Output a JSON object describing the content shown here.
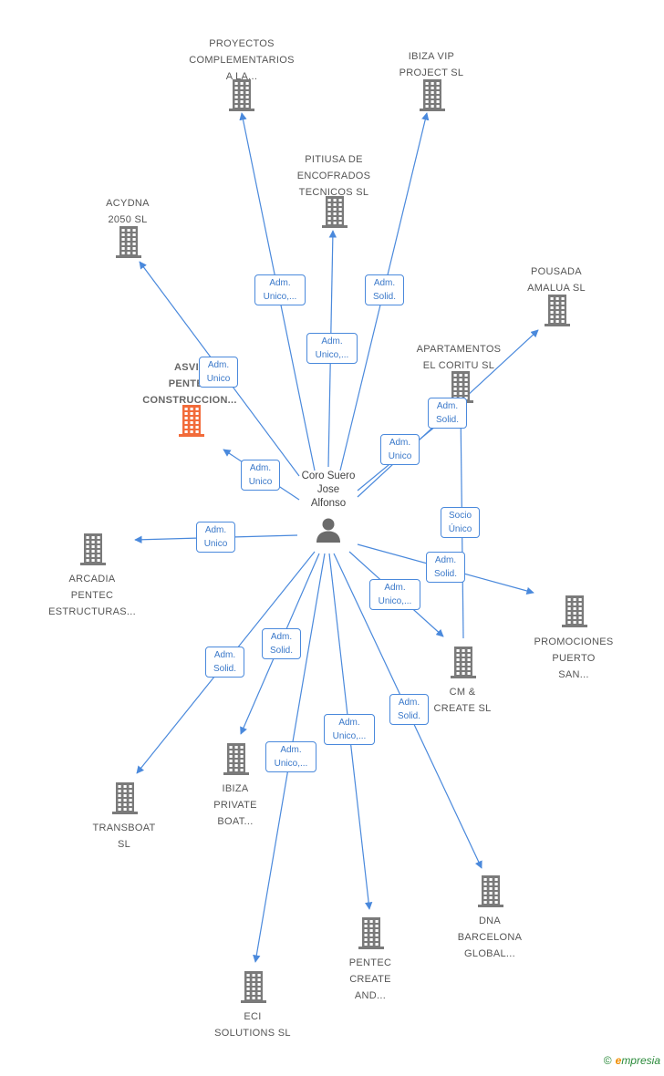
{
  "center": {
    "name": "Coro Suero\nJose\nAlfonso",
    "icon": "person-icon"
  },
  "nodes": [
    {
      "id": "proyectos",
      "label": "PROYECTOS\nCOMPLEMENTARIOS\nA LA...",
      "icon": "building-icon"
    },
    {
      "id": "ibiza-vip",
      "label": "IBIZA VIP\nPROJECT  SL",
      "icon": "building-icon"
    },
    {
      "id": "pitiusa",
      "label": "PITIUSA DE\nENCOFRADOS\nTECNICOS  SL",
      "icon": "building-icon"
    },
    {
      "id": "acydna",
      "label": "ACYDNA\n2050  SL",
      "icon": "building-icon"
    },
    {
      "id": "pousada",
      "label": "POUSADA\nAMALUA  SL",
      "icon": "building-icon"
    },
    {
      "id": "apartamentos",
      "label": "APARTAMENTOS\nEL CORITU  SL",
      "icon": "building-icon"
    },
    {
      "id": "asvit",
      "label": "ASVIT\nPENTEC\nCONSTRUCCION...",
      "icon": "building-icon",
      "highlight": true
    },
    {
      "id": "arcadia",
      "label": "ARCADIA\nPENTEC\nESTRUCTURAS...",
      "icon": "building-icon"
    },
    {
      "id": "promociones",
      "label": "PROMOCIONES\nPUERTO\nSAN...",
      "icon": "building-icon"
    },
    {
      "id": "cm-create",
      "label": "CM &\nCREATE  SL",
      "icon": "building-icon"
    },
    {
      "id": "transboat",
      "label": "TRANSBOAT\nSL",
      "icon": "building-icon"
    },
    {
      "id": "ibiza-private",
      "label": "IBIZA\nPRIVATE\nBOAT...",
      "icon": "building-icon"
    },
    {
      "id": "dna",
      "label": "DNA\nBARCELONA\nGLOBAL...",
      "icon": "building-icon"
    },
    {
      "id": "pentec-create",
      "label": "PENTEC\nCREATE\nAND...",
      "icon": "building-icon"
    },
    {
      "id": "eci",
      "label": "ECI\nSOLUTIONS  SL",
      "icon": "building-icon"
    }
  ],
  "edges": [
    {
      "target": "proyectos",
      "label": "Adm.\nUnico,..."
    },
    {
      "target": "ibiza-vip",
      "label": "Adm.\nSolid."
    },
    {
      "target": "pitiusa",
      "label": "Adm.\nUnico,..."
    },
    {
      "target": "acydna",
      "label": "Adm.\nUnico"
    },
    {
      "target": "pousada",
      "label": "Adm.\nUnico"
    },
    {
      "target": "apartamentos",
      "label": "Adm.\nSolid."
    },
    {
      "target": "asvit",
      "label": "Adm.\nUnico"
    },
    {
      "target": "arcadia",
      "label": "Adm.\nUnico"
    },
    {
      "target": "promociones",
      "label": "Adm.\nSolid."
    },
    {
      "target": "cm-create",
      "label": "Adm.\nUnico,..."
    },
    {
      "target": "cm-create",
      "label": "Socio\nÚnico",
      "from": "apartamentos"
    },
    {
      "target": "transboat",
      "label": "Adm.\nSolid."
    },
    {
      "target": "ibiza-private",
      "label": "Adm.\nSolid."
    },
    {
      "target": "dna",
      "label": "Adm.\nSolid."
    },
    {
      "target": "pentec-create",
      "label": "Adm.\nUnico,..."
    },
    {
      "target": "eci",
      "label": "Adm.\nUnico,..."
    }
  ],
  "colors": {
    "edge": "#4a89dc",
    "building": "#7a7a7a",
    "highlight": "#f26b3a",
    "person": "#6b6b6b"
  },
  "footer": {
    "copyright": "©",
    "brand_first": "e",
    "brand_rest": "mpresia"
  }
}
